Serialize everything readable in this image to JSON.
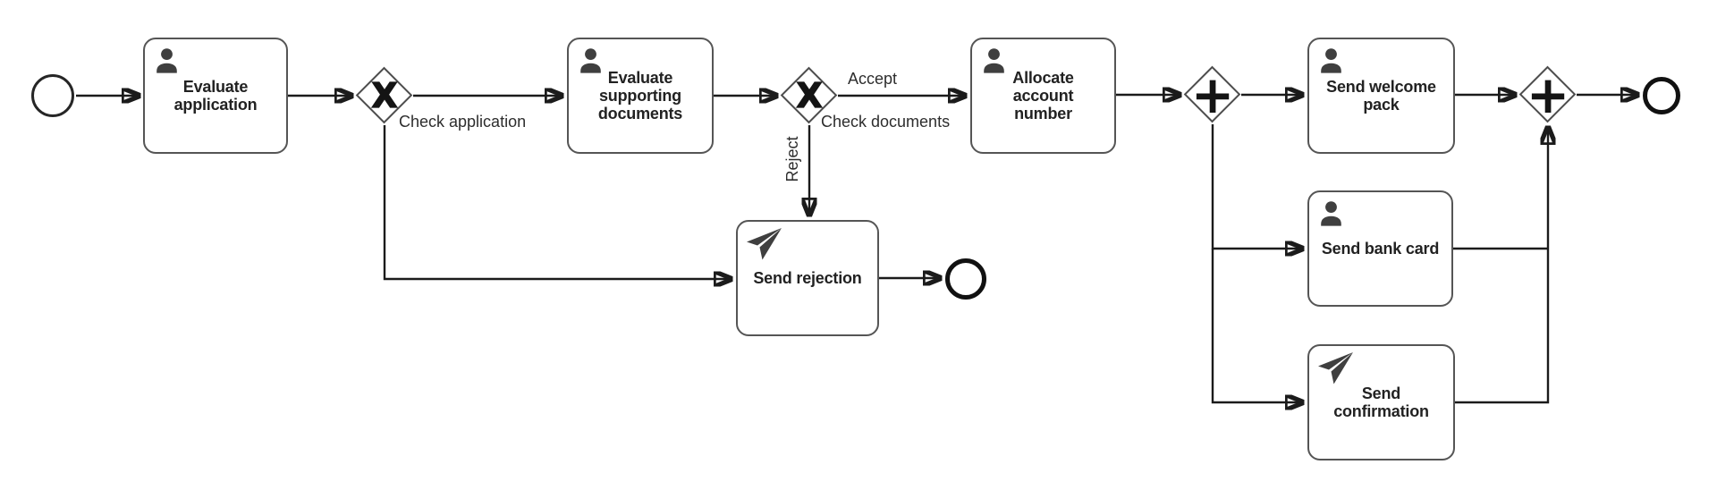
{
  "diagram": {
    "kind": "BPMN process diagram",
    "colors": {
      "background": "#ffffff",
      "connector": "#1b1b1b",
      "task_border": "#555555",
      "gateway_border": "#4d4d4d",
      "text": "#222222",
      "icon": "#3f3f3f"
    },
    "tasks": [
      {
        "id": "evaluate-application",
        "icon": "user-icon",
        "lines": [
          "Evaluate",
          "application"
        ]
      },
      {
        "id": "evaluate-supporting-documents",
        "icon": "user-icon",
        "lines": [
          "Evaluate",
          "supporting",
          "documents"
        ]
      },
      {
        "id": "allocate-account-number",
        "icon": "user-icon",
        "lines": [
          "Allocate",
          "account",
          "number"
        ]
      },
      {
        "id": "send-welcome-pack",
        "icon": "user-icon",
        "lines": [
          "Send welcome",
          "pack"
        ]
      },
      {
        "id": "send-rejection",
        "icon": "send-icon",
        "lines": [
          "Send rejection"
        ]
      },
      {
        "id": "send-bank-card",
        "icon": "user-icon",
        "lines": [
          "Send bank card"
        ]
      },
      {
        "id": "send-confirmation",
        "icon": "send-icon",
        "lines": [
          "Send",
          "confirmation"
        ]
      }
    ],
    "gateways": [
      {
        "id": "check-application",
        "type": "exclusive",
        "symbol": "X",
        "label": "Check application"
      },
      {
        "id": "check-documents",
        "type": "exclusive",
        "symbol": "X",
        "label": "Check documents"
      },
      {
        "id": "parallel-split",
        "type": "parallel",
        "symbol": "+",
        "label": ""
      },
      {
        "id": "parallel-join",
        "type": "parallel",
        "symbol": "+",
        "label": ""
      }
    ],
    "flow_labels": {
      "accept": "Accept",
      "reject": "Reject"
    },
    "events": [
      {
        "id": "start-event",
        "style": "thin"
      },
      {
        "id": "end-event-main",
        "style": "thick"
      },
      {
        "id": "end-event-rejection",
        "style": "thick"
      }
    ]
  }
}
